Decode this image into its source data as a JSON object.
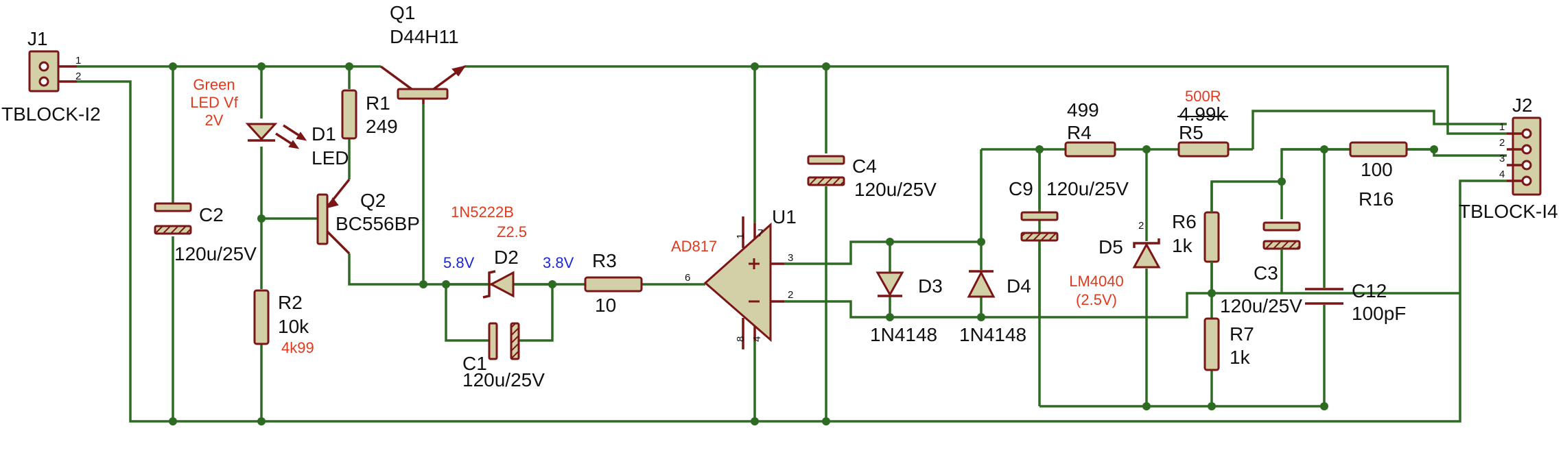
{
  "colors": {
    "wire": "#2d6b22",
    "component": "#7a1616",
    "body_fill": "#d3cfa6",
    "annotation_red": "#e03a1e",
    "annotation_blue": "#1a28d8"
  },
  "labels": {
    "j1_ref": "J1",
    "j1_part": "TBLOCK-I2",
    "j1_pin1": "1",
    "j1_pin2": "2",
    "green_led_l1": "Green",
    "green_led_l2": "LED Vf",
    "green_led_l3": "2V",
    "q1_ref": "Q1",
    "q1_part": "D44H11",
    "r1_ref": "R1",
    "r1_val": "249",
    "d1_ref": "D1",
    "d1_part": "LED",
    "q2_ref": "Q2",
    "q2_part": "BC556BP",
    "c2_ref": "C2",
    "c2_val": "120u/25V",
    "r2_ref": "R2",
    "r2_val": "10k",
    "r2_new": "4k99",
    "d2_note1": "1N5222B",
    "d2_note2": "Z2.5",
    "v_left": "5.8V",
    "d2_ref": "D2",
    "v_right": "3.8V",
    "r3_ref": "R3",
    "r3_val": "10",
    "c1_ref": "C1",
    "c1_val": "120u/25V",
    "u1_note": "AD817",
    "u1_ref": "U1",
    "u1_pin7": "7",
    "u1_pin1": "1",
    "u1_pin6": "6",
    "u1_pin3": "3",
    "u1_pin2": "2",
    "u1_pin8": "8",
    "u1_pin4": "4",
    "c4_ref": "C4",
    "c4_val": "120u/25V",
    "c9_ref": "C9",
    "c9_val": "120u/25V",
    "r4_val": "499",
    "r4_ref": "R4",
    "r5_new": "500R",
    "r5_val": "4.99k",
    "r5_ref": "R5",
    "d3_ref": "D3",
    "d3_part": "1N4148",
    "d4_ref": "D4",
    "d4_part": "1N4148",
    "d5_ref": "D5",
    "d5_pin": "2",
    "d5_note1": "LM4040",
    "d5_note2": "(2.5V)",
    "r6_ref": "R6",
    "r6_val": "1k",
    "c3_ref": "C3",
    "c3_val": "120u/25V",
    "r16_val": "100",
    "r16_ref": "R16",
    "c12_ref": "C12",
    "c12_val": "100pF",
    "r7_ref": "R7",
    "r7_val": "1k",
    "j2_ref": "J2",
    "j2_part": "TBLOCK-I4",
    "j2_pin1": "1",
    "j2_pin2": "2",
    "j2_pin3": "3",
    "j2_pin4": "4"
  }
}
